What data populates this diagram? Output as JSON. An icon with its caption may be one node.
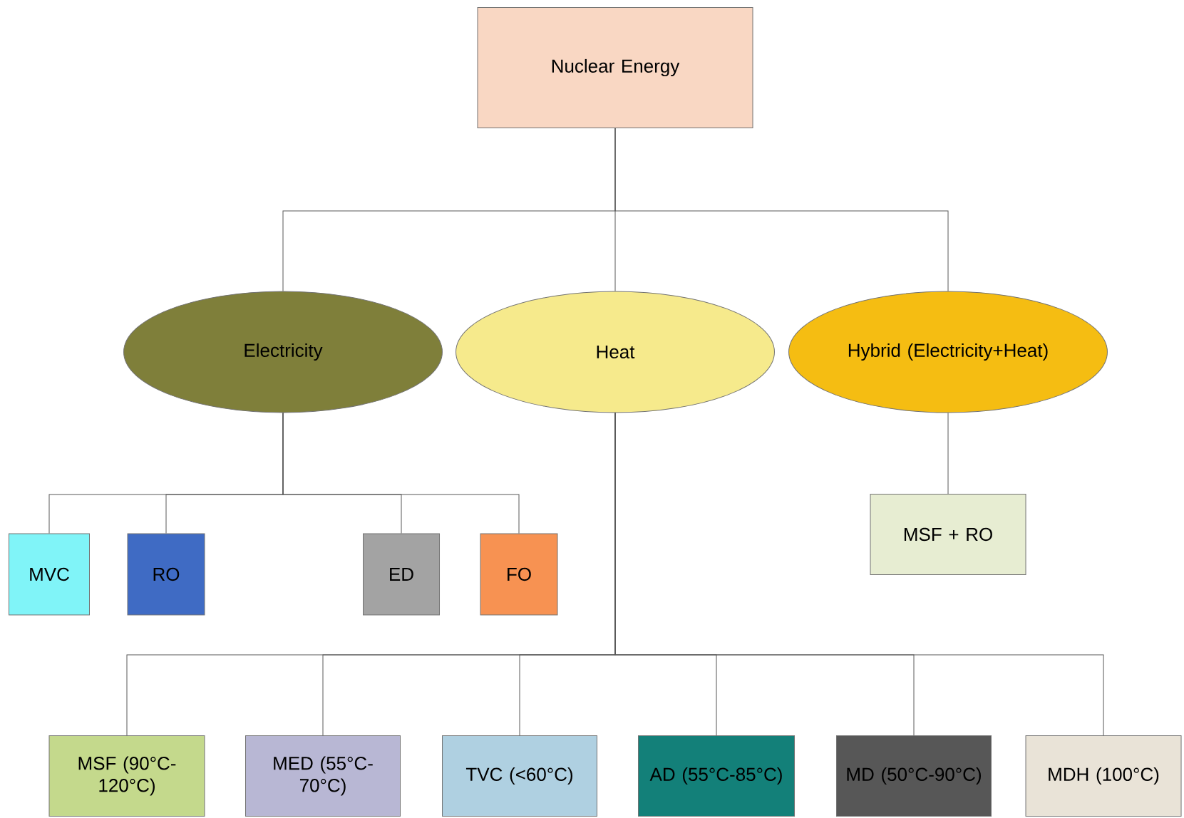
{
  "diagram": {
    "nodes": [
      {
        "text": [
          "Nuclear Energy"
        ]
      },
      {
        "text": [
          "Electricity"
        ]
      },
      {
        "text": [
          "Heat"
        ]
      },
      {
        "text": [
          "Hybrid (Electricity+Heat)"
        ]
      },
      {
        "text": [
          "MVC"
        ]
      },
      {
        "text": [
          "RO"
        ]
      },
      {
        "text": [
          "ED"
        ]
      },
      {
        "text": [
          "FO"
        ]
      },
      {
        "text": [
          "MSF + RO"
        ]
      },
      {
        "text": [
          "MSF (90°C-120°C)"
        ]
      },
      {
        "text": [
          "MED (55°C-70°C)"
        ]
      },
      {
        "text": [
          "TVC (<60°C)"
        ]
      },
      {
        "text": [
          "AD (55°C-85°C)"
        ]
      },
      {
        "text": [
          "MD (50°C-90°C)"
        ]
      },
      {
        "text": [
          "MDH (100°C)"
        ]
      }
    ],
    "edges": [
      {
        "from": 0,
        "to": 1,
        "arrow": "none"
      },
      {
        "from": 0,
        "to": 2,
        "arrow": "none"
      },
      {
        "from": 0,
        "to": 3,
        "arrow": "none"
      },
      {
        "from": 1,
        "to": 4,
        "arrow": "none"
      },
      {
        "from": 1,
        "to": 5,
        "arrow": "none"
      },
      {
        "from": 1,
        "to": 6,
        "arrow": "none"
      },
      {
        "from": 1,
        "to": 7,
        "arrow": "none"
      },
      {
        "from": 3,
        "to": 8,
        "arrow": "none"
      },
      {
        "from": 2,
        "to": 9,
        "arrow": "none"
      },
      {
        "from": 2,
        "to": 10,
        "arrow": "none"
      },
      {
        "from": 2,
        "to": 11,
        "arrow": "none"
      },
      {
        "from": 2,
        "to": 12,
        "arrow": "none"
      },
      {
        "from": 2,
        "to": 13,
        "arrow": "none"
      },
      {
        "from": 2,
        "to": 14,
        "arrow": "none"
      }
    ]
  }
}
